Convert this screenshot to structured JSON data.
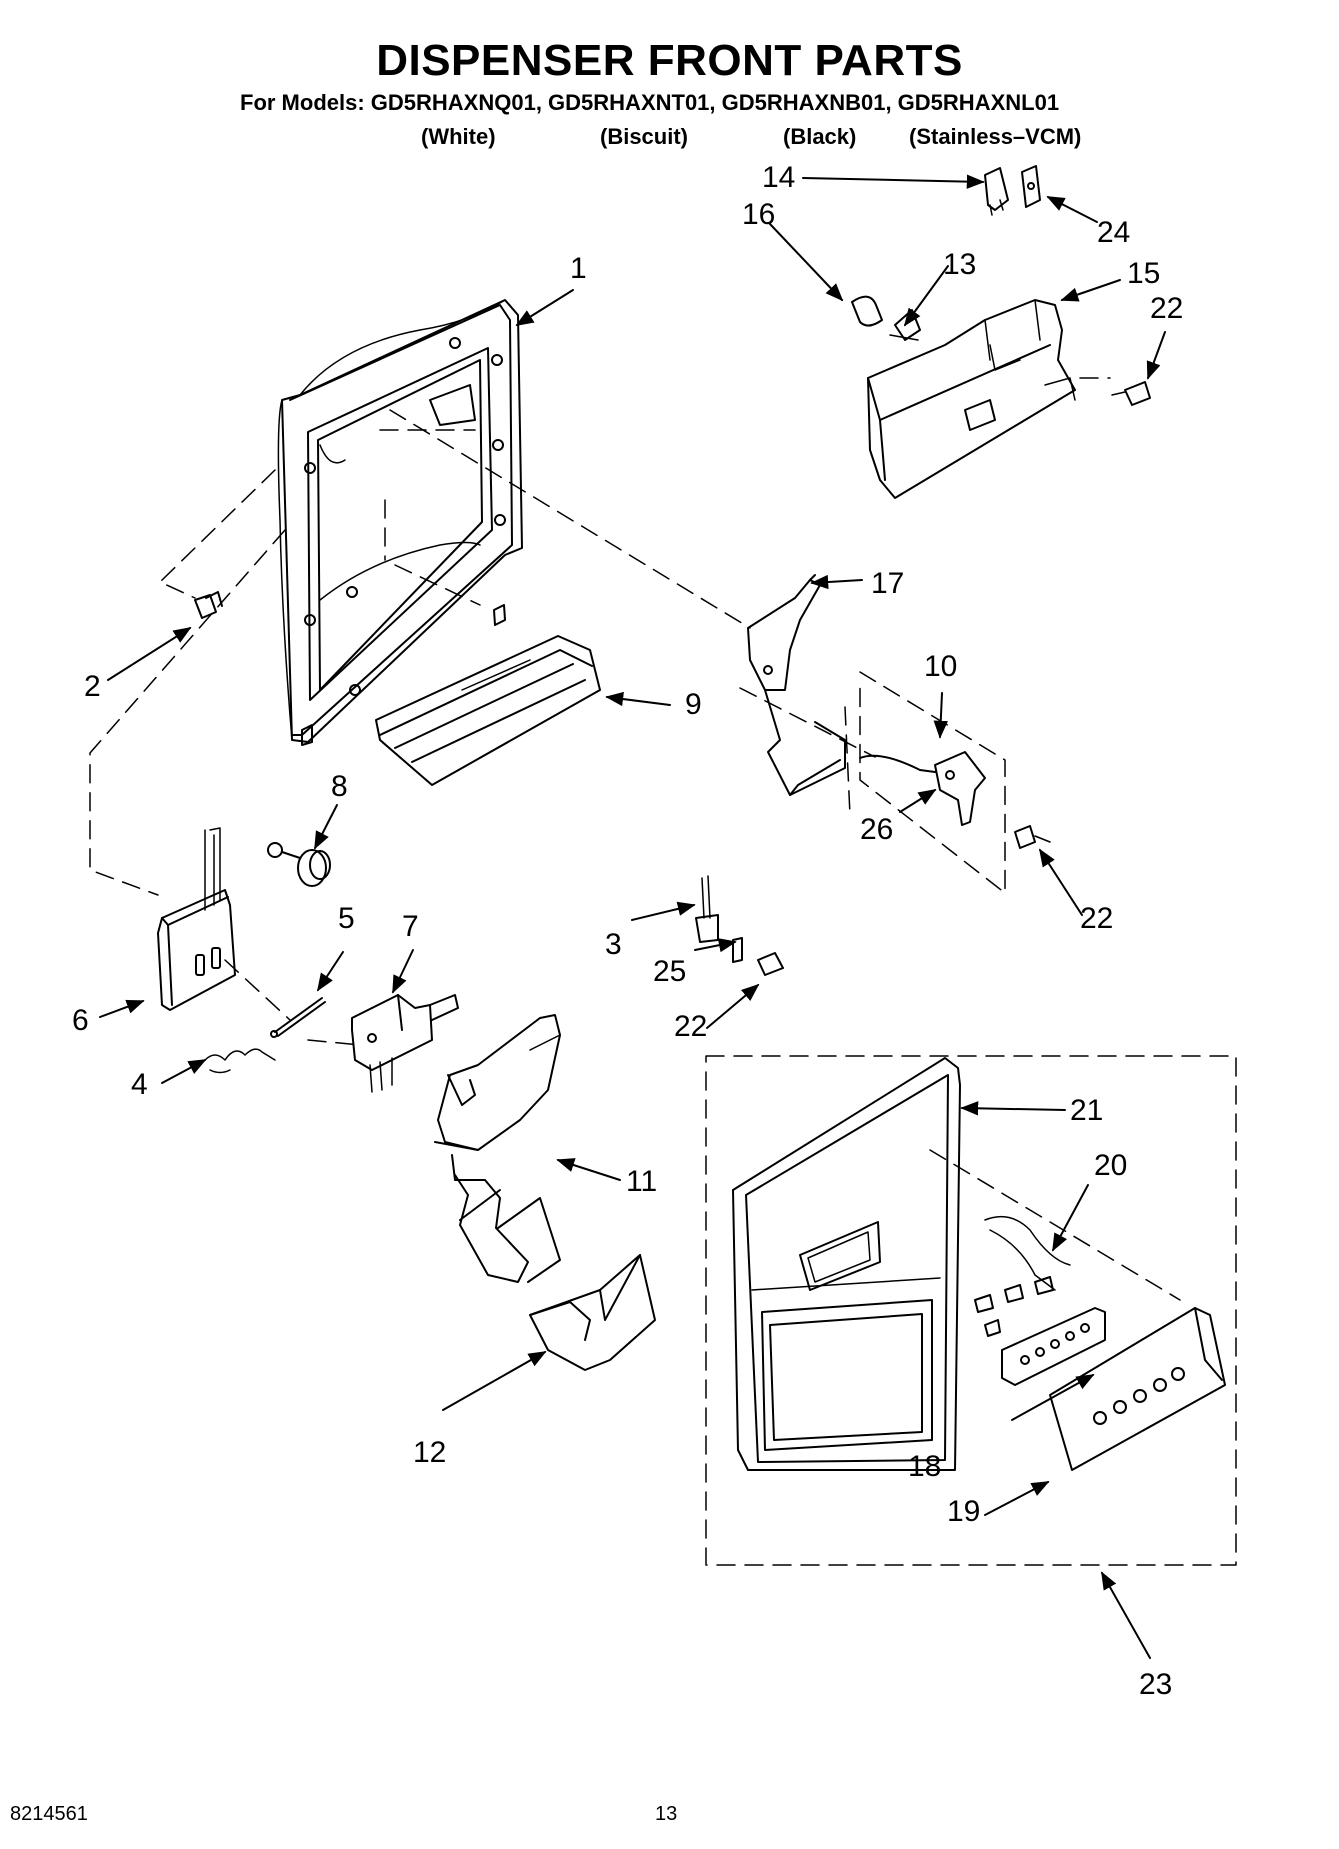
{
  "header": {
    "title": "DISPENSER FRONT PARTS",
    "models_line": "For Models: GD5RHAXNQ01, GD5RHAXNT01, GD5RHAXNB01, GD5RHAXNL01",
    "variants": [
      "(White)",
      "(Biscuit)",
      "(Black)",
      "(Stainless–VCM)"
    ]
  },
  "callouts": {
    "c1": "1",
    "c2": "2",
    "c3": "3",
    "c4": "4",
    "c5": "5",
    "c6": "6",
    "c7": "7",
    "c8": "8",
    "c9": "9",
    "c10": "10",
    "c11": "11",
    "c12": "12",
    "c13": "13",
    "c14": "14",
    "c15": "15",
    "c16": "16",
    "c17": "17",
    "c18": "18",
    "c19": "19",
    "c20": "20",
    "c21": "21",
    "c22a": "22",
    "c22b": "22",
    "c22c": "22",
    "c23": "23",
    "c24": "24",
    "c25": "25",
    "c26": "26"
  },
  "footer": {
    "doc_number": "8214561",
    "page_number": "13"
  }
}
